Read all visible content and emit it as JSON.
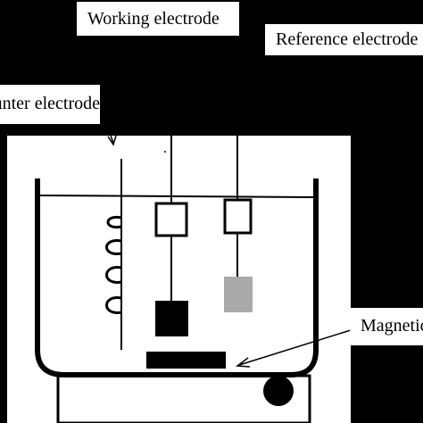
{
  "labels": {
    "working_electrode": "Working electrode",
    "reference_electrode": "Reference electrode",
    "counter_electrode": "Counter electrode",
    "magnetic_stirrer": "Magnetic stirrer"
  },
  "colors": {
    "background": "#000000",
    "panel": "#ffffff",
    "stroke": "#000000",
    "reference_tip": "#aaaaaa"
  }
}
